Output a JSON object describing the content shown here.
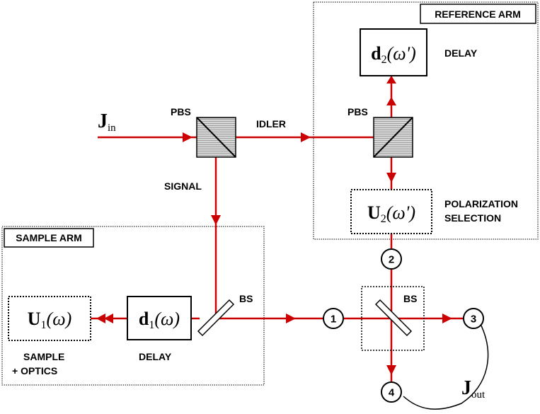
{
  "labels": {
    "reference_arm": "REFERENCE ARM",
    "sample_arm": "SAMPLE ARM",
    "delay_top": "DELAY",
    "pbs_left": "PBS",
    "pbs_right": "PBS",
    "idler": "IDLER",
    "signal": "SIGNAL",
    "polarization": "POLARIZATION",
    "selection": "SELECTION",
    "bs_left": "BS",
    "bs_right": "BS",
    "sample": "SAMPLE",
    "optics": "+ OPTICS",
    "delay_bottom": "DELAY"
  },
  "boxes": {
    "d2": {
      "symbol": "d",
      "sub": "2",
      "arg": "(ω')"
    },
    "u2": {
      "symbol": "U",
      "sub": "2",
      "arg": "(ω')"
    },
    "d1": {
      "symbol": "d",
      "sub": "1",
      "arg": "(ω)"
    },
    "u1": {
      "symbol": "U",
      "sub": "1",
      "arg": "(ω)"
    }
  },
  "fields": {
    "jin": {
      "symbol": "J",
      "sub": "in"
    },
    "jout": {
      "symbol": "J",
      "sub": "out"
    }
  },
  "ports": [
    "1",
    "2",
    "3",
    "4"
  ],
  "colors": {
    "beam": "#cc0000",
    "ink": "#000000",
    "glass": "#c8c8c8"
  }
}
